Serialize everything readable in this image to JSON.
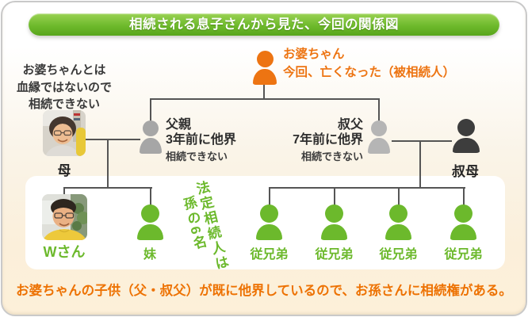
{
  "header": {
    "title": "相続される息子さんから見た、今回の関係図"
  },
  "grandmother": {
    "name": "お婆ちゃん",
    "status": "今回、亡くなった（被相続人）"
  },
  "left_note": {
    "line1": "お婆ちゃんとは",
    "line2": "血縁ではないので",
    "line3": "相続できない"
  },
  "mother": {
    "label": "母"
  },
  "father": {
    "name": "父親",
    "status": "3年前に他界",
    "note": "相続できない"
  },
  "uncle": {
    "name": "叔父",
    "status": "7年前に他界",
    "note": "相続できない"
  },
  "aunt": {
    "label": "叔母"
  },
  "w_san": {
    "label": "Wさん"
  },
  "sister": {
    "label": "妹"
  },
  "cousins": [
    "従兄弟",
    "従兄弟",
    "従兄弟",
    "従兄弟"
  ],
  "heir_note": {
    "column1": "法定相続人は",
    "column2": "孫の6名"
  },
  "footer": {
    "text": "お婆ちゃんの子供（父・叔父）が既に他界しているので、お孫さんに相続権がある。"
  },
  "icons": {
    "person_icon": "head-circle over dome-torso css shape",
    "mother_photo": "photo of smiling woman with glasses",
    "wsan_photo": "photo of smiling man with glasses in yellow shirt"
  },
  "colors": {
    "accent_orange": "#ed7412",
    "heir_green": "#6cb92c",
    "banner_green": "#6eba2c",
    "deceased_gray": "#a6a6a6",
    "aunt_dark": "#3d3d3d",
    "tree_line": "#555555",
    "cream_bg": "#fdf0d9"
  }
}
